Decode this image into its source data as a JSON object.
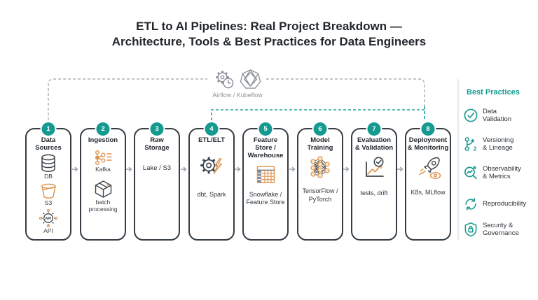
{
  "title": "ETL to AI Pipelines: Real Project Breakdown —\nArchitecture, Tools & Best Practices for Data Engineers",
  "orchestration": {
    "label": "Airflow / Kubeflow",
    "icons": [
      "airflow-gear-clock-icon",
      "kubeflow-icon"
    ]
  },
  "pipeline": {
    "steps": [
      {
        "number": "1",
        "title": "Data\nSources",
        "items": [
          {
            "icon": "database-icon",
            "label": "DB"
          },
          {
            "icon": "s3-bucket-icon",
            "label": "S3"
          },
          {
            "icon": "api-icon",
            "label": "API"
          }
        ]
      },
      {
        "number": "2",
        "title": "Ingestion",
        "items": [
          {
            "icon": "kafka-icon",
            "label": "Kafka"
          },
          {
            "icon": "batch-box-icon",
            "label": "batch\nprocessing"
          }
        ]
      },
      {
        "number": "3",
        "title": "Raw\nStorage",
        "body": "Lake / S3"
      },
      {
        "number": "4",
        "title": "ETL/ELT",
        "icon": "gear-bolt-icon",
        "tools": "dbt, Spark"
      },
      {
        "number": "5",
        "title": "Feature\nStore /\nWarehouse",
        "icon": "feature-table-icon",
        "tools": "Snowflake /\nFeature Store"
      },
      {
        "number": "6",
        "title": "Model\nTraining",
        "icon": "neural-network-icon",
        "tools": "TensorFlow /\nPyTorch"
      },
      {
        "number": "7",
        "title": "Evaluation\n& Validation",
        "icon": "metrics-check-icon",
        "tools": "tests, drift"
      },
      {
        "number": "8",
        "title": "Deployment\n& Monitoring",
        "icon": "rocket-eye-icon",
        "tools": "K8s, MLflow"
      }
    ]
  },
  "best_practices": {
    "title": "Best Practices",
    "items": [
      {
        "icon": "check-circle-icon",
        "label": "Data\nValidation"
      },
      {
        "icon": "versioning-branch-icon",
        "label": "Versioning\n& Lineage"
      },
      {
        "icon": "observability-magnifier-icon",
        "label": "Observability\n& Metrics"
      },
      {
        "icon": "reproducibility-cycle-icon",
        "label": "Reproducibility"
      },
      {
        "icon": "shield-lock-icon",
        "label": "Security &\nGovernance"
      }
    ]
  },
  "colors": {
    "teal": "#159a90",
    "teal_text": "#0f9c90",
    "orange": "#df9550",
    "dark": "#363d44",
    "gray_icon": "#8d9399",
    "gray_dash": "#aeb2b5"
  }
}
